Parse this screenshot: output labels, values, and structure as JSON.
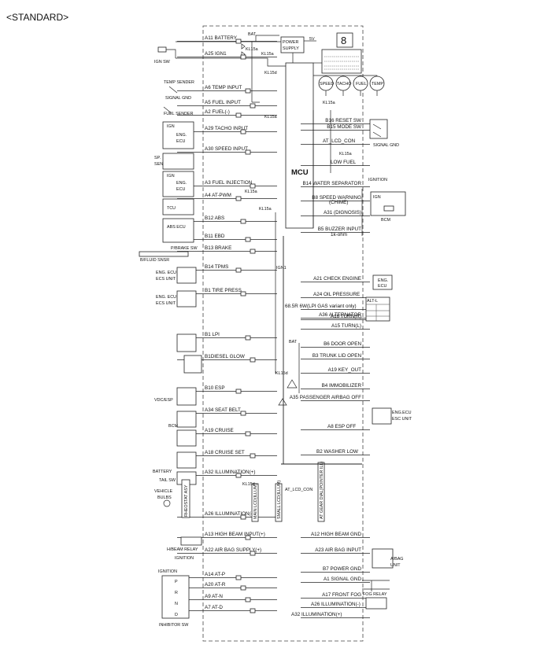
{
  "header": {
    "title": "<STANDARD>"
  },
  "mcu": {
    "label": "MCU",
    "power_supply": [
      "POWER",
      "SUPPLY"
    ],
    "v5": "5V",
    "kl15a": "KL15a",
    "kl15d": "KL15d",
    "ign1": "IGN1",
    "bat": "BAT",
    "gauges": [
      "SPEED",
      "TACHO",
      "FUEL",
      "TEMP"
    ]
  },
  "left_pins": [
    {
      "label": "A11 BATTERY"
    },
    {
      "label": "A25 IGN1"
    },
    {
      "label": "A6 TEMP INPUT"
    },
    {
      "label": "A5 FUEL INPUT"
    },
    {
      "label": "A2 FUEL(-)"
    },
    {
      "label": "A29 TACHO INPUT"
    },
    {
      "label": "A30 SPEED INPUT"
    },
    {
      "label": "A3 FUEL INJECTION"
    },
    {
      "label": "A4 AT-PWM"
    },
    {
      "label": "B12 ABS"
    },
    {
      "label": "B11 EBD"
    },
    {
      "label": "B13 BRAKE"
    },
    {
      "label": "B14 TPMS"
    },
    {
      "label": "B1 TIRE PRESS"
    },
    {
      "label": "B1 LPI"
    },
    {
      "label": "B1DIESEL GLOW"
    },
    {
      "label": "B10 ESP"
    },
    {
      "label": "A34 SEAT BELT"
    },
    {
      "label": "A19 CRUISE"
    },
    {
      "label": "A18 CRUISE SET"
    },
    {
      "label": "A32 ILLUMINATION(+)"
    },
    {
      "label": "A26 ILLUMINATION(-)"
    },
    {
      "label": "A13 HIGH BEAM INPUT(+)"
    },
    {
      "label": "A22 AIR BAG SUPPLY(+)"
    },
    {
      "label": "A14 AT-P"
    },
    {
      "label": "A20 AT-R"
    },
    {
      "label": "A9  AT-N"
    },
    {
      "label": "A7  AT-D"
    }
  ],
  "right_pins": [
    {
      "label": "B16 RESET SW"
    },
    {
      "label": "B15 MODE SW"
    },
    {
      "label": "AT_LCD_CON"
    },
    {
      "label": "LOW FUEL"
    },
    {
      "label": "B14 WATER SEPARATOR"
    },
    {
      "label": "B8 SPEED WARNING"
    },
    {
      "label": "(CHIME)"
    },
    {
      "label": "A31 (DIGNOSIS)"
    },
    {
      "label": "B5 BUZZER INPUT"
    },
    {
      "label": "1k-ohm"
    },
    {
      "label": "A21 CHECK ENGINE"
    },
    {
      "label": "A24 OIL PRESSURE"
    },
    {
      "label": "68.5R 6W(LPI GAS variant only)"
    },
    {
      "label": "A36 ALTERNATOR"
    },
    {
      "label": "A16 TURN(R)"
    },
    {
      "label": "A15 TURN(L)"
    },
    {
      "label": "B6 DOOR OPEN"
    },
    {
      "label": "B3 TRUNK LID OPEN"
    },
    {
      "label": "A19 KEY_OUT"
    },
    {
      "label": "B4 IMMOBILIZER"
    },
    {
      "label": "A35 PASSENGER AIRBAG OFF"
    },
    {
      "label": "A8 ESP OFF"
    },
    {
      "label": "B2 WASHER LOW"
    },
    {
      "label": "A12 HIGH BEAM GND"
    },
    {
      "label": "A23 AIR BAG INPUT"
    },
    {
      "label": "B7 POWER GND"
    },
    {
      "label": "A1  SIGNAL GND"
    },
    {
      "label": "A17 FRONT FOG"
    },
    {
      "label": "A26 ILLUMINATION(-)"
    },
    {
      "label": "A32 ILLUMINATION(+)"
    }
  ],
  "components": {
    "ign_sw": "IGN SW",
    "temp_sender": "TEMP SENDER",
    "signal_gnd": "SIGNAL GND",
    "fuel_sender": "FUEL SENDER",
    "ign": "IGN",
    "eng": "ENG.",
    "ecu": "ECU",
    "sp": "SP.",
    "sensor": "SENSOR",
    "tcu": "TCU",
    "abs_ecu": "ABS ECU",
    "pbrake": "P/BRAKE SW",
    "bfluid": "B/FLUID SNSR",
    "eng_ecu": "ENG. ECU",
    "ecs_unit": "ECS UNIT",
    "vdc": "VDC/ESP",
    "bcm": "BCM",
    "battery": "BATTERY",
    "tail_sw": "TAIL SW",
    "vehicle_bulbs": [
      "VEHICLE",
      "BULBS"
    ],
    "rheostat": "RHEOSTAT ASY",
    "hbeam_relay": "H/BEAM RELAY",
    "ignition": "IGNITION",
    "inhibitor": "INHIBITOR SW",
    "gear": [
      "P",
      "R",
      "N",
      "D"
    ],
    "signal_gnd_r": "SIGNAL GND",
    "ignition_r": "IGNITION",
    "bcm_r": "BCM",
    "eng_ecu_r": [
      "ENG.",
      "ECU"
    ],
    "alt_l": "ALT-L",
    "eng_ecu_esc": [
      "ENG.ECU",
      "ESC UNIT"
    ],
    "abag_unit": [
      "A/BAG",
      "UNIT"
    ],
    "fog_relay": "FOG RELAY",
    "illum": [
      "MAIN LCD(ILLUM)",
      "SMALL LCD(ILLUM)",
      "AT GEAR DIAL(POINTER ILL)"
    ]
  }
}
